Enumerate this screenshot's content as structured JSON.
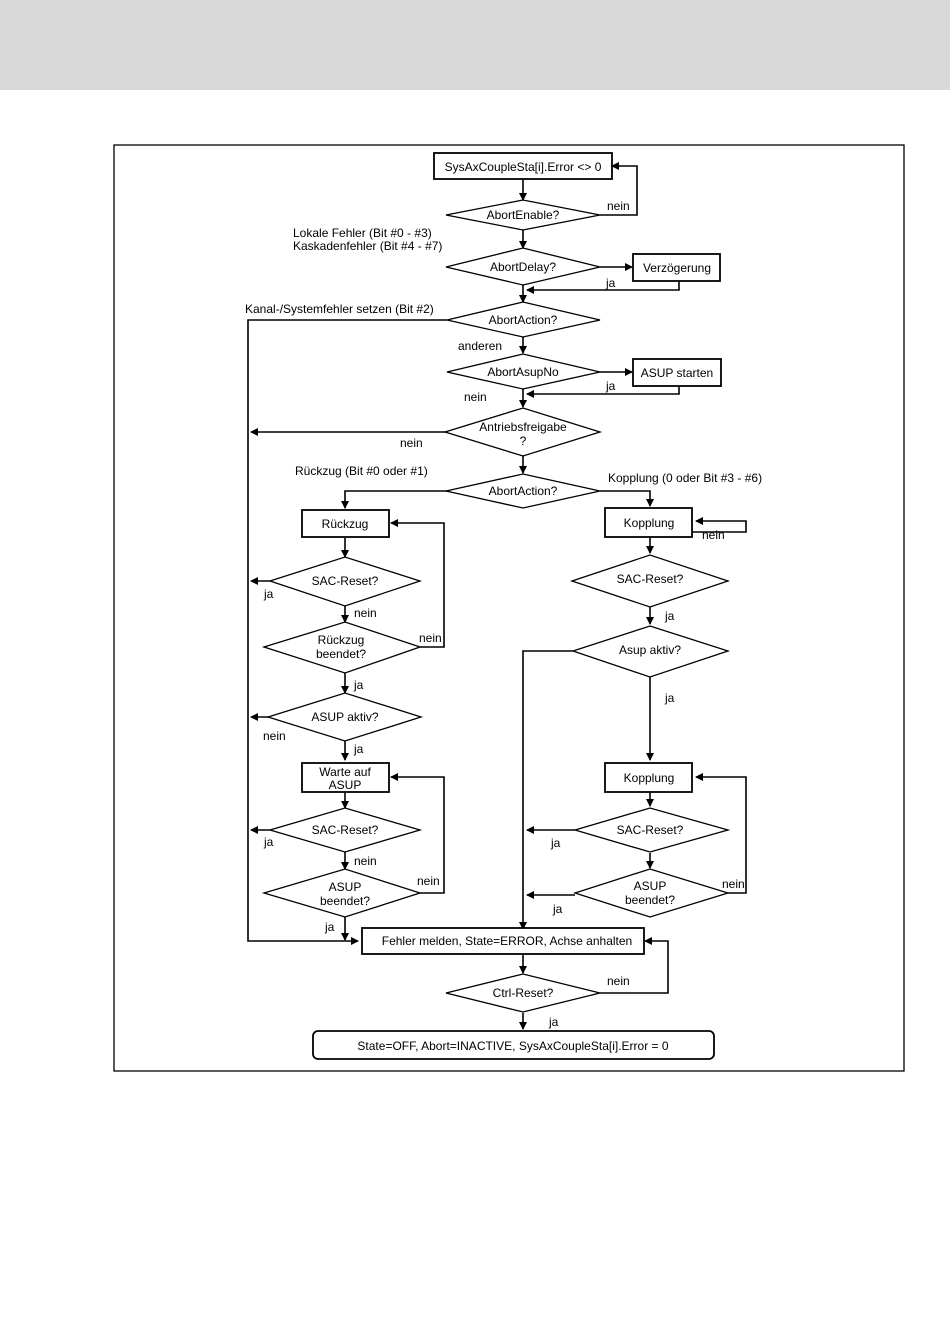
{
  "flow": {
    "start": "SysAxCoupleSta[i].Error <> 0",
    "abort_enable": "AbortEnable?",
    "abort_delay": "AbortDelay?",
    "verzoegerung": "Verzögerung",
    "abort_action_1": "AbortAction?",
    "abort_asup_no": "AbortAsupNo",
    "asup_starten": "ASUP starten",
    "antriebsfreigabe_1": "Antriebsfreigabe",
    "antriebsfreigabe_2": "?",
    "abort_action_2": "AbortAction?",
    "rueckzug": "Rückzug",
    "kopplung_1": "Kopplung",
    "sac_reset_l1": "SAC-Reset?",
    "sac_reset_r1": "SAC-Reset?",
    "rueckzug_beendet_1": "Rückzug",
    "rueckzug_beendet_2": "beendet?",
    "asup_aktiv_l": "ASUP aktiv?",
    "asup_aktiv_r": "Asup aktiv?",
    "warte_1": "Warte auf",
    "warte_2": "ASUP",
    "kopplung_2": "Kopplung",
    "sac_reset_l2": "SAC-Reset?",
    "sac_reset_r2": "SAC-Reset?",
    "asup_beendet_l1": "ASUP",
    "asup_beendet_l2": "beendet?",
    "asup_beendet_r1": "ASUP",
    "asup_beendet_r2": "beendet?",
    "fehler_melden": "Fehler melden, State=ERROR, Achse anhalten",
    "ctrl_reset": "Ctrl-Reset?",
    "end": "State=OFF, Abort=INACTIVE, SysAxCoupleSta[i].Error = 0"
  },
  "labels": {
    "lokale": "Lokale Fehler    (Bit #0 - #3)",
    "kaskaden": "Kaskadenfehler (Bit #4 - #7)",
    "kanal": "Kanal-/Systemfehler setzen (Bit #2)",
    "anderen": "anderen",
    "rueckzug_bits": "Rückzug (Bit #0 oder #1)",
    "kopplung_bits": "Kopplung (0 oder Bit #3 - #6)",
    "ja": "ja",
    "nein": "nein"
  }
}
